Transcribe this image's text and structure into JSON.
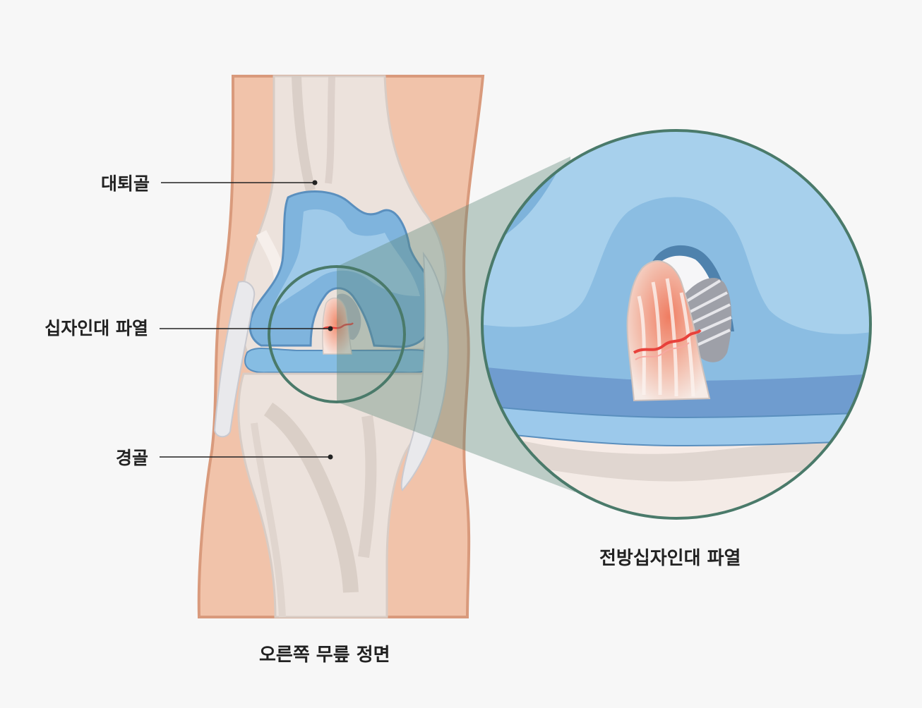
{
  "labels": {
    "femur": "대퇴골",
    "acl_tear": "십자인대 파열",
    "tibia": "경골"
  },
  "captions": {
    "knee_front_view": "오른쪽 무릎 정면",
    "anterior_cruciate_tear": "전방십자인대 파열"
  },
  "colors": {
    "background": "#f7f7f7",
    "skin": "#f1c3aa",
    "skin_outline": "#d99a7c",
    "bone": "#ece2dc",
    "cartilage_blue": "#7fb4dd",
    "magnifier_ring": "#4a7a6a",
    "tear_red": "#e8413b"
  }
}
